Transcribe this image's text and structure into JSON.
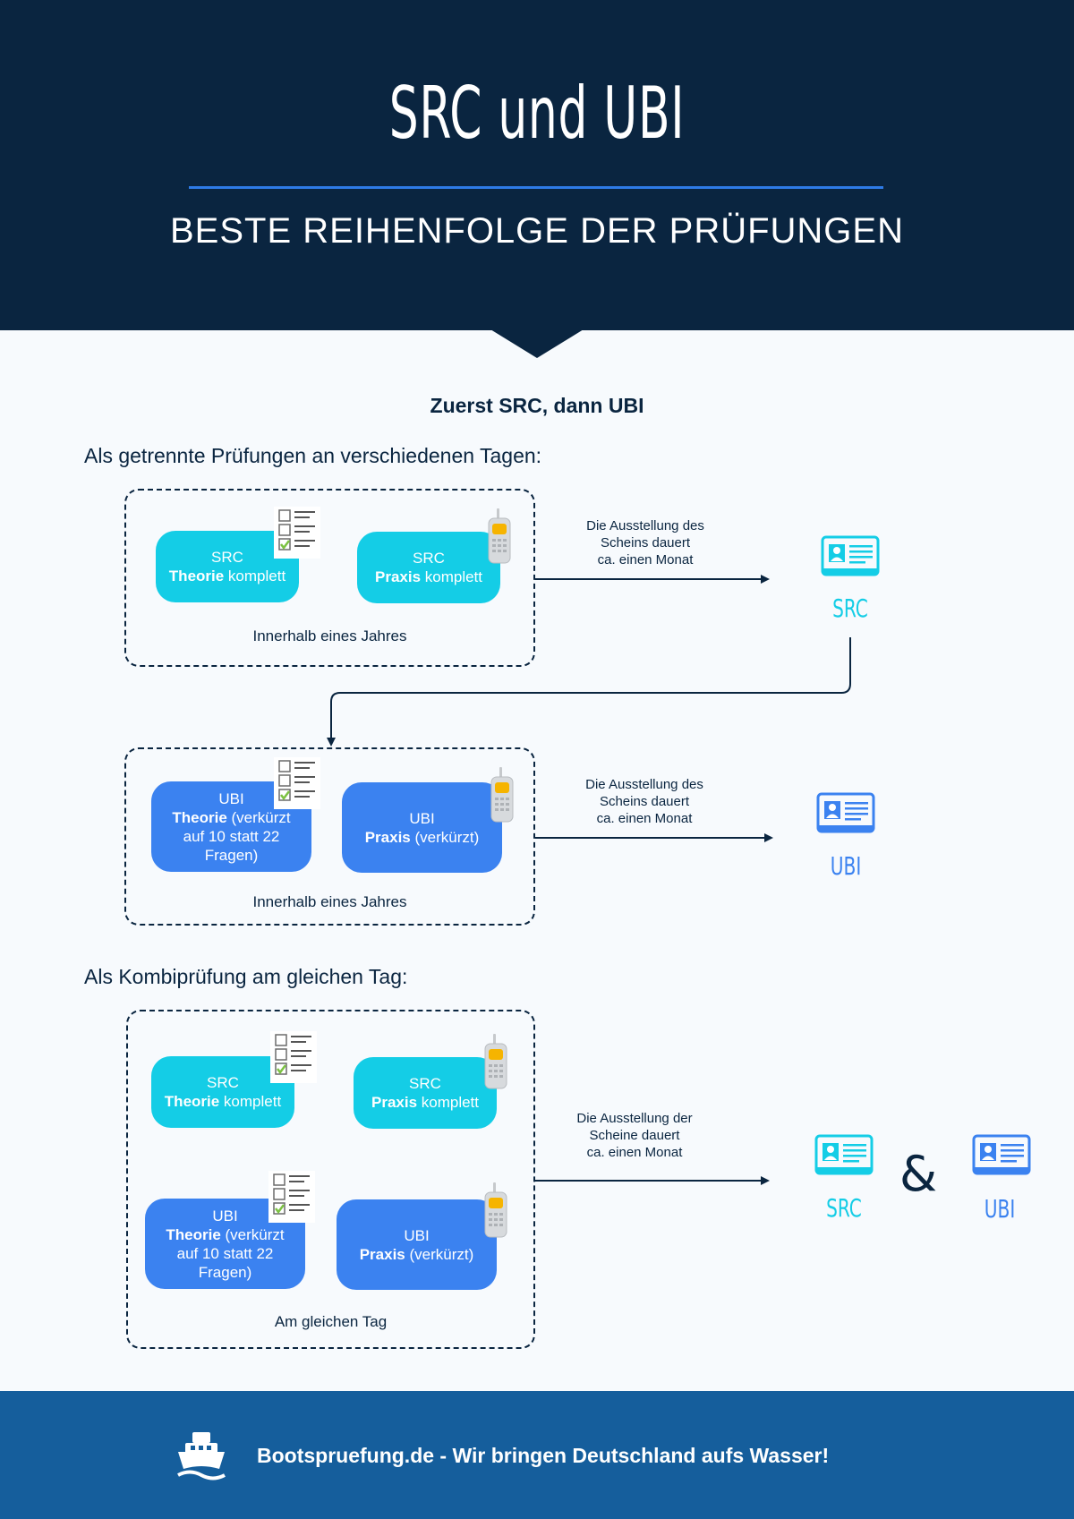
{
  "header": {
    "title": "SRC und UBI",
    "subtitle": "BESTE REIHENFOLGE DER PRÜFUNGEN"
  },
  "main": {
    "heading": "Zuerst SRC, dann UBI",
    "section_separate": "Als getrennte Prüfungen an verschiedenen Tagen:",
    "section_combined": "Als Kombiprüfung am gleichen Tag:"
  },
  "pills": {
    "src": "SRC",
    "ubi": "UBI",
    "theorie": "Theorie",
    "praxis": "Praxis",
    "komplett": " komplett",
    "verkuerzt": " (verkürzt)",
    "verkuerzt_open": " (verkürzt",
    "theorie_ubi_rest": "auf 10 statt 22 Fragen)"
  },
  "groups": {
    "within_year": "Innerhalb eines Jahres",
    "same_day": "Am gleichen Tag"
  },
  "arrows": {
    "issuance_single": [
      "Die Ausstellung des",
      "Scheins dauert",
      "ca. einen Monat"
    ],
    "issuance_plural": [
      "Die Ausstellung der",
      "Scheine dauert",
      "ca. einen Monat"
    ]
  },
  "badges": {
    "src": "SRC",
    "ubi": "UBI",
    "ampersand": "&"
  },
  "footer": {
    "text": "Bootspruefung.de - Wir bringen Deutschland aufs Wasser!"
  },
  "colors": {
    "navy": "#0a2540",
    "cyan": "#14cde6",
    "blue": "#3b82f0",
    "footer": "#155e9c"
  },
  "icons": [
    "checklist-icon",
    "radio-icon",
    "license-card-icon",
    "boat-icon"
  ]
}
